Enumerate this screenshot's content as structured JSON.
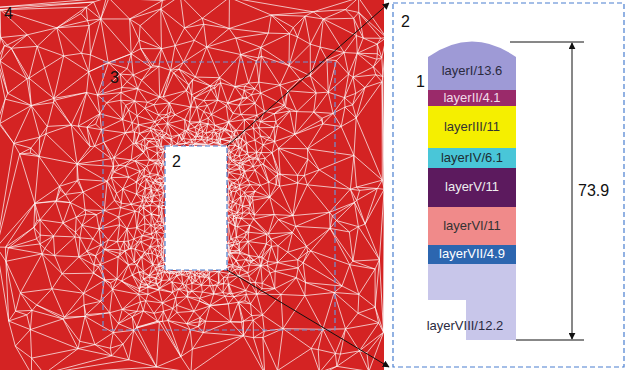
{
  "diagram": {
    "nodes": [
      {
        "text": [
          "layerI/13.6"
        ]
      },
      {
        "text": [
          "layerII/4.1"
        ]
      },
      {
        "text": [
          "layerIII/11"
        ]
      },
      {
        "text": [
          "layerIV/6.1"
        ]
      },
      {
        "text": [
          "layerV/11"
        ]
      },
      {
        "text": [
          "layerVI/11"
        ]
      },
      {
        "text": [
          "layerVII/4.9"
        ]
      },
      {
        "text": [
          "layerVIII/12.2"
        ]
      }
    ],
    "labels": [
      "4",
      "3",
      "2",
      "2",
      "1",
      "73.9"
    ]
  }
}
